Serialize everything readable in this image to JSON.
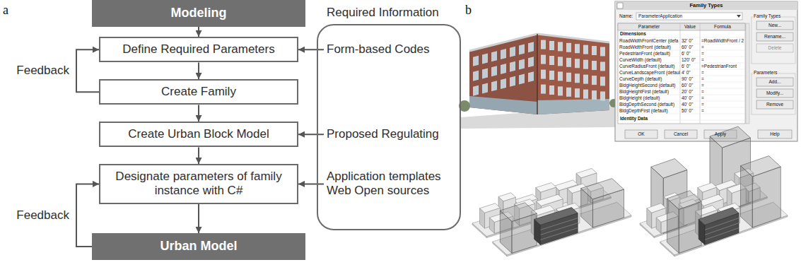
{
  "diagram": {
    "nodes": [
      {
        "text": [
          "Modeling"
        ]
      },
      {
        "text": [
          "Define Required Parameters"
        ]
      },
      {
        "text": [
          "Create Family"
        ]
      },
      {
        "text": [
          "Create Urban Block Model"
        ]
      },
      {
        "text": [
          "Designate parameters of family instance with C#"
        ]
      },
      {
        "text": [
          "Urban Model"
        ]
      },
      {
        "text": [
          "Required Information"
        ]
      },
      {
        "text": [
          "Form-based Codes"
        ],
        "in": 6
      },
      {
        "text": [
          "Proposed Regulating"
        ],
        "in": 6
      },
      {
        "text": [
          "Application templates Web Open sources"
        ],
        "in": 6
      }
    ],
    "edges": [
      {
        "from": 0,
        "to": 1,
        "arrow": "to"
      },
      {
        "from": 1,
        "to": 2,
        "arrow": "to"
      },
      {
        "from": 2,
        "to": 3,
        "arrow": "to"
      },
      {
        "from": 3,
        "to": 4,
        "arrow": "to"
      },
      {
        "from": 4,
        "to": 5,
        "arrow": "to"
      },
      {
        "from": 2,
        "to": 1,
        "arrow": "to",
        "label": "Feedback"
      },
      {
        "from": 5,
        "to": 4,
        "arrow": "to",
        "label": "Feedback"
      },
      {
        "from": 7,
        "to": 1,
        "arrow": "to"
      },
      {
        "from": 8,
        "to": 3,
        "arrow": "to"
      },
      {
        "from": 9,
        "to": 4,
        "arrow": "to"
      }
    ],
    "labels": [
      "a",
      "b",
      "Family Types",
      "Name:",
      "ParameterApplication",
      "Parameter",
      "Value",
      "Formula",
      "Dimensions",
      "RoadWidthFrontCenter (defa",
      "32' 0\"",
      "=RoadWidthFront / 2",
      "RoadWidthFront (default)",
      "60' 0\"",
      "=",
      "PedestrianFront (default)",
      "6' 0\"",
      "=",
      "CurveWidth (default)",
      "120' 0\"",
      "=",
      "CurveRadiusFront (default)",
      "6' 0\"",
      "=PedestrianFront",
      "CurveLandscapeFront (defaul",
      "4' 0\"",
      "=",
      "CurveDepth (default)",
      "90' 0\"",
      "=",
      "BldgHeightSecond (default)",
      "60' 0\"",
      "=",
      "BldgHeightFirst (default)",
      "20' 0\"",
      "=",
      "BldgHeight (default)",
      "40' 0\"",
      "=",
      "BldgDepthSecond (default)",
      "40' 0\"",
      "=",
      "BldgDepthFirst (default)",
      "50' 0\"",
      "=",
      "Identity Data",
      "OK",
      "Cancel",
      "Apply",
      "Help",
      "Family Types",
      "New...",
      "Rename...",
      "Delete",
      "Parameters",
      "Add...",
      "Modify...",
      "Remove"
    ]
  }
}
